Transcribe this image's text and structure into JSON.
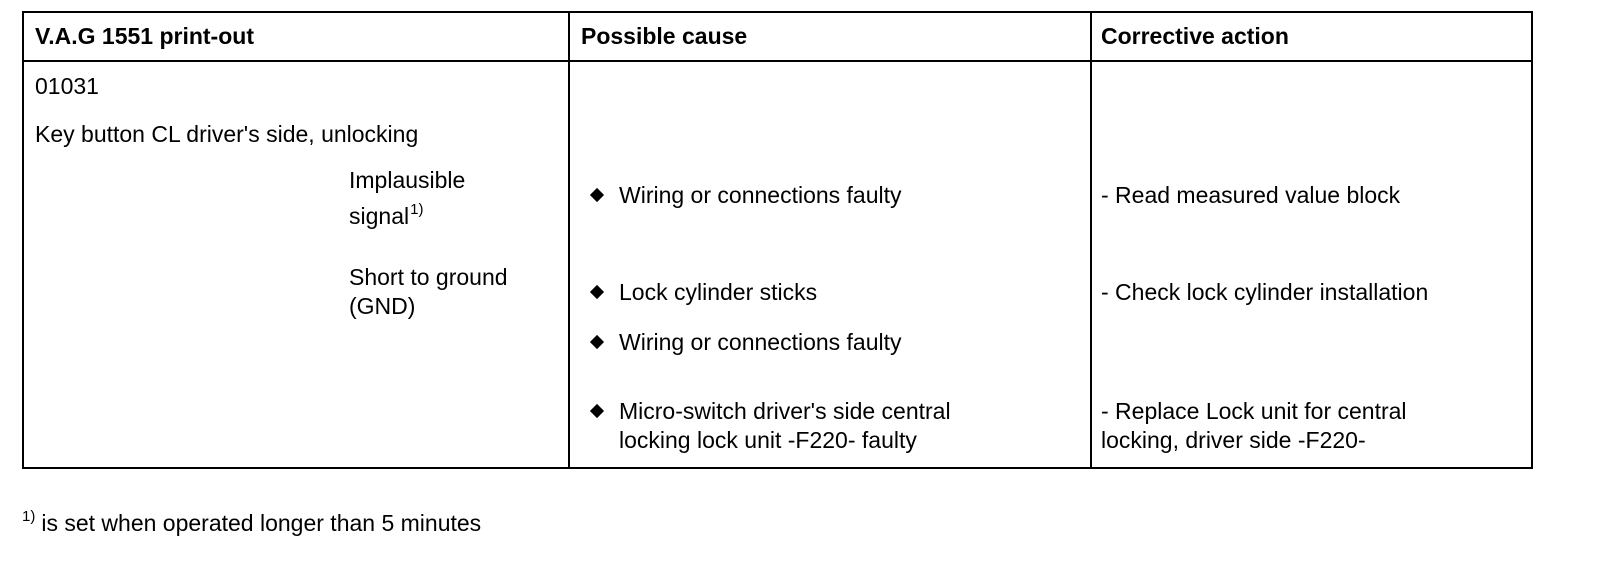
{
  "table": {
    "headers": {
      "col1": "V.A.G 1551 print-out",
      "col2": "Possible cause",
      "col3": "Corrective action"
    },
    "fault_code": "01031",
    "fault_description": "Key button CL driver's side, unlocking",
    "fault_types": [
      {
        "line1": "Implausible",
        "line2": "signal",
        "superscript": "1)"
      },
      {
        "line1": "Short to ground",
        "line2": "(GND)"
      }
    ],
    "causes": [
      {
        "line1": "Wiring or connections faulty"
      },
      {
        "line1": "Lock cylinder sticks"
      },
      {
        "line1": "Wiring or connections faulty"
      },
      {
        "line1": "Micro-switch driver's side central",
        "line2": "locking lock unit -F220- faulty"
      }
    ],
    "actions": [
      {
        "line1": "- Read measured value block"
      },
      {
        "line1": "- Check lock cylinder installation"
      },
      {
        "line1": "- Replace Lock unit for central",
        "line2": "locking, driver side -F220-"
      }
    ]
  },
  "footnote": {
    "marker": "1)",
    "text": "is set when operated longer than 5 minutes"
  }
}
